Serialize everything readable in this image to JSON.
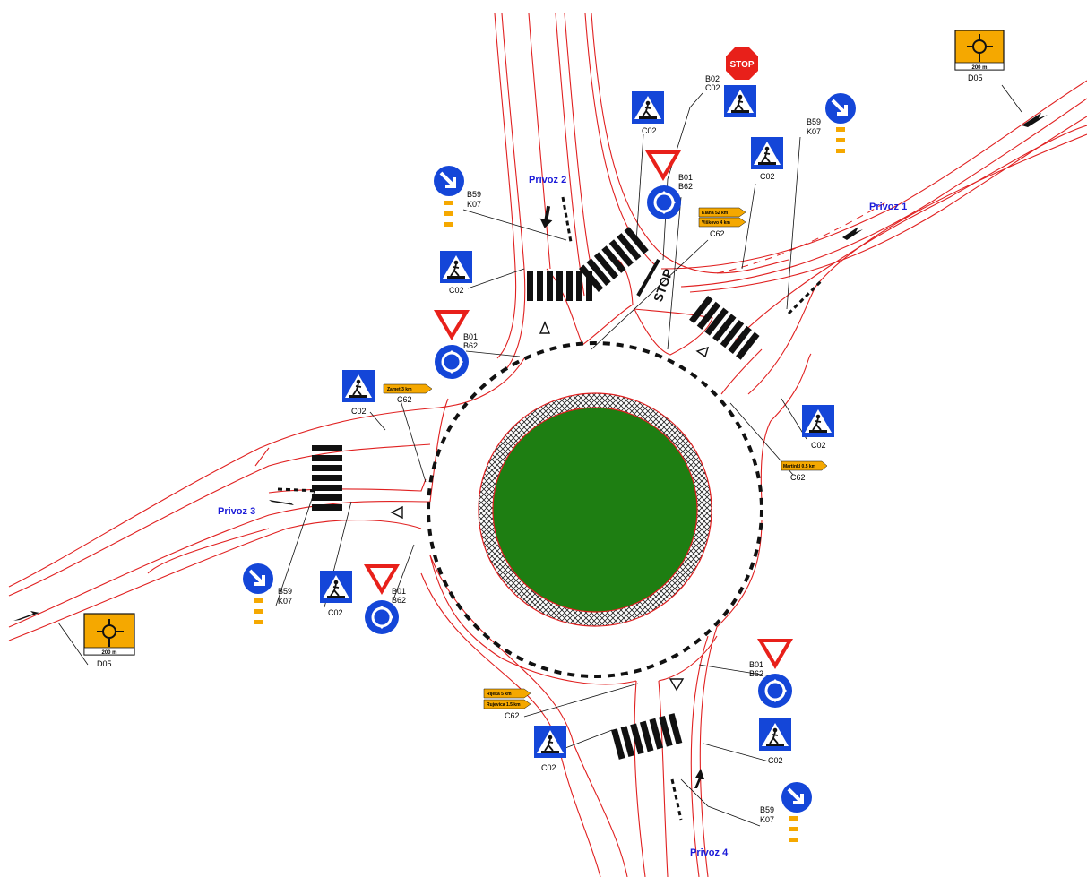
{
  "approaches": {
    "p1": "Privoz 1",
    "p2": "Privoz 2",
    "p3": "Privoz 3",
    "p4": "Privoz 4"
  },
  "stop_sign_text": "STOP",
  "stop_road_marking": "STOP",
  "sign_labels": {
    "ne_top": [
      "B02",
      "C02"
    ],
    "ne_b59": [
      "B59",
      "K07"
    ],
    "ne_c02_upper": "C02",
    "ne_yield": [
      "B01",
      "B62"
    ],
    "ne_c02_right": "C02",
    "ne_c62": "C62",
    "far_ne_d05": "D05",
    "nw_b59": [
      "B59",
      "K07"
    ],
    "nw_c02": "C02",
    "nw_yield": [
      "B01",
      "B62"
    ],
    "w_c02": "C02",
    "w_c62": "C62",
    "e_c02": "C02",
    "e_c62": "C62",
    "sw_b59": [
      "B59",
      "K07"
    ],
    "sw_c02": "C02",
    "sw_yield": [
      "B01",
      "B62"
    ],
    "far_sw_d05": "D05",
    "s_yield": [
      "B01",
      "B62"
    ],
    "s_c62": "C62",
    "s_c02_left": "C02",
    "s_c02_right": "C02",
    "s_b59": [
      "B59",
      "K07"
    ]
  },
  "direction_signs": {
    "ne": [
      "Klana  52 km",
      "Viškovo  4 km"
    ],
    "w": [
      "Zamet  3 km"
    ],
    "e": [
      "Martinkl 0.5 km"
    ],
    "s": [
      "Rijeka  5 km",
      "Rujevica 1.5 km"
    ]
  },
  "distance_boards": {
    "ne": "200 m",
    "sw": "200 m"
  },
  "colors": {
    "road_edge": "#e02020",
    "island": "#1e7e12",
    "sign_blue": "#1446d8",
    "sign_red": "#e8201a",
    "sign_amber": "#f5a800"
  }
}
